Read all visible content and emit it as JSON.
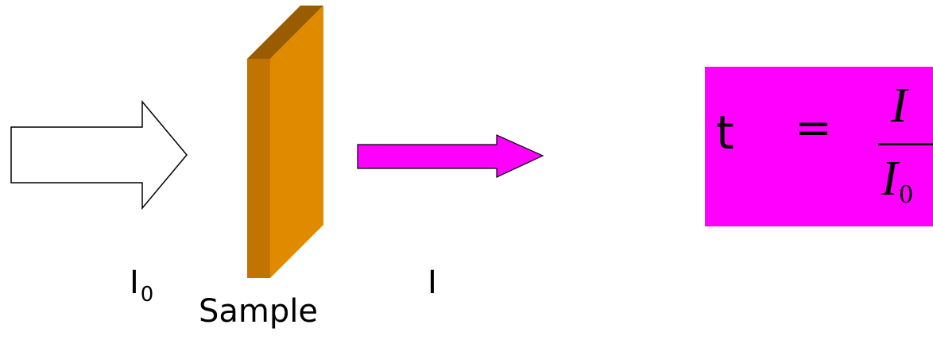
{
  "labels": {
    "incident": "I",
    "incident_subscript": "0",
    "sample": "Sample",
    "transmitted": "I"
  },
  "formula": {
    "lhs": "t",
    "equals": "=",
    "numerator": "I",
    "denominator": "I",
    "denominator_subscript": "0"
  },
  "colors": {
    "incident_arrow_fill": "#ffffff",
    "transmitted_arrow_fill": "#ff00ff",
    "sample_front": "#e08a00",
    "sample_side": "#c27400",
    "sample_top": "#9a5c00",
    "formula_box": "#ff00ff"
  }
}
